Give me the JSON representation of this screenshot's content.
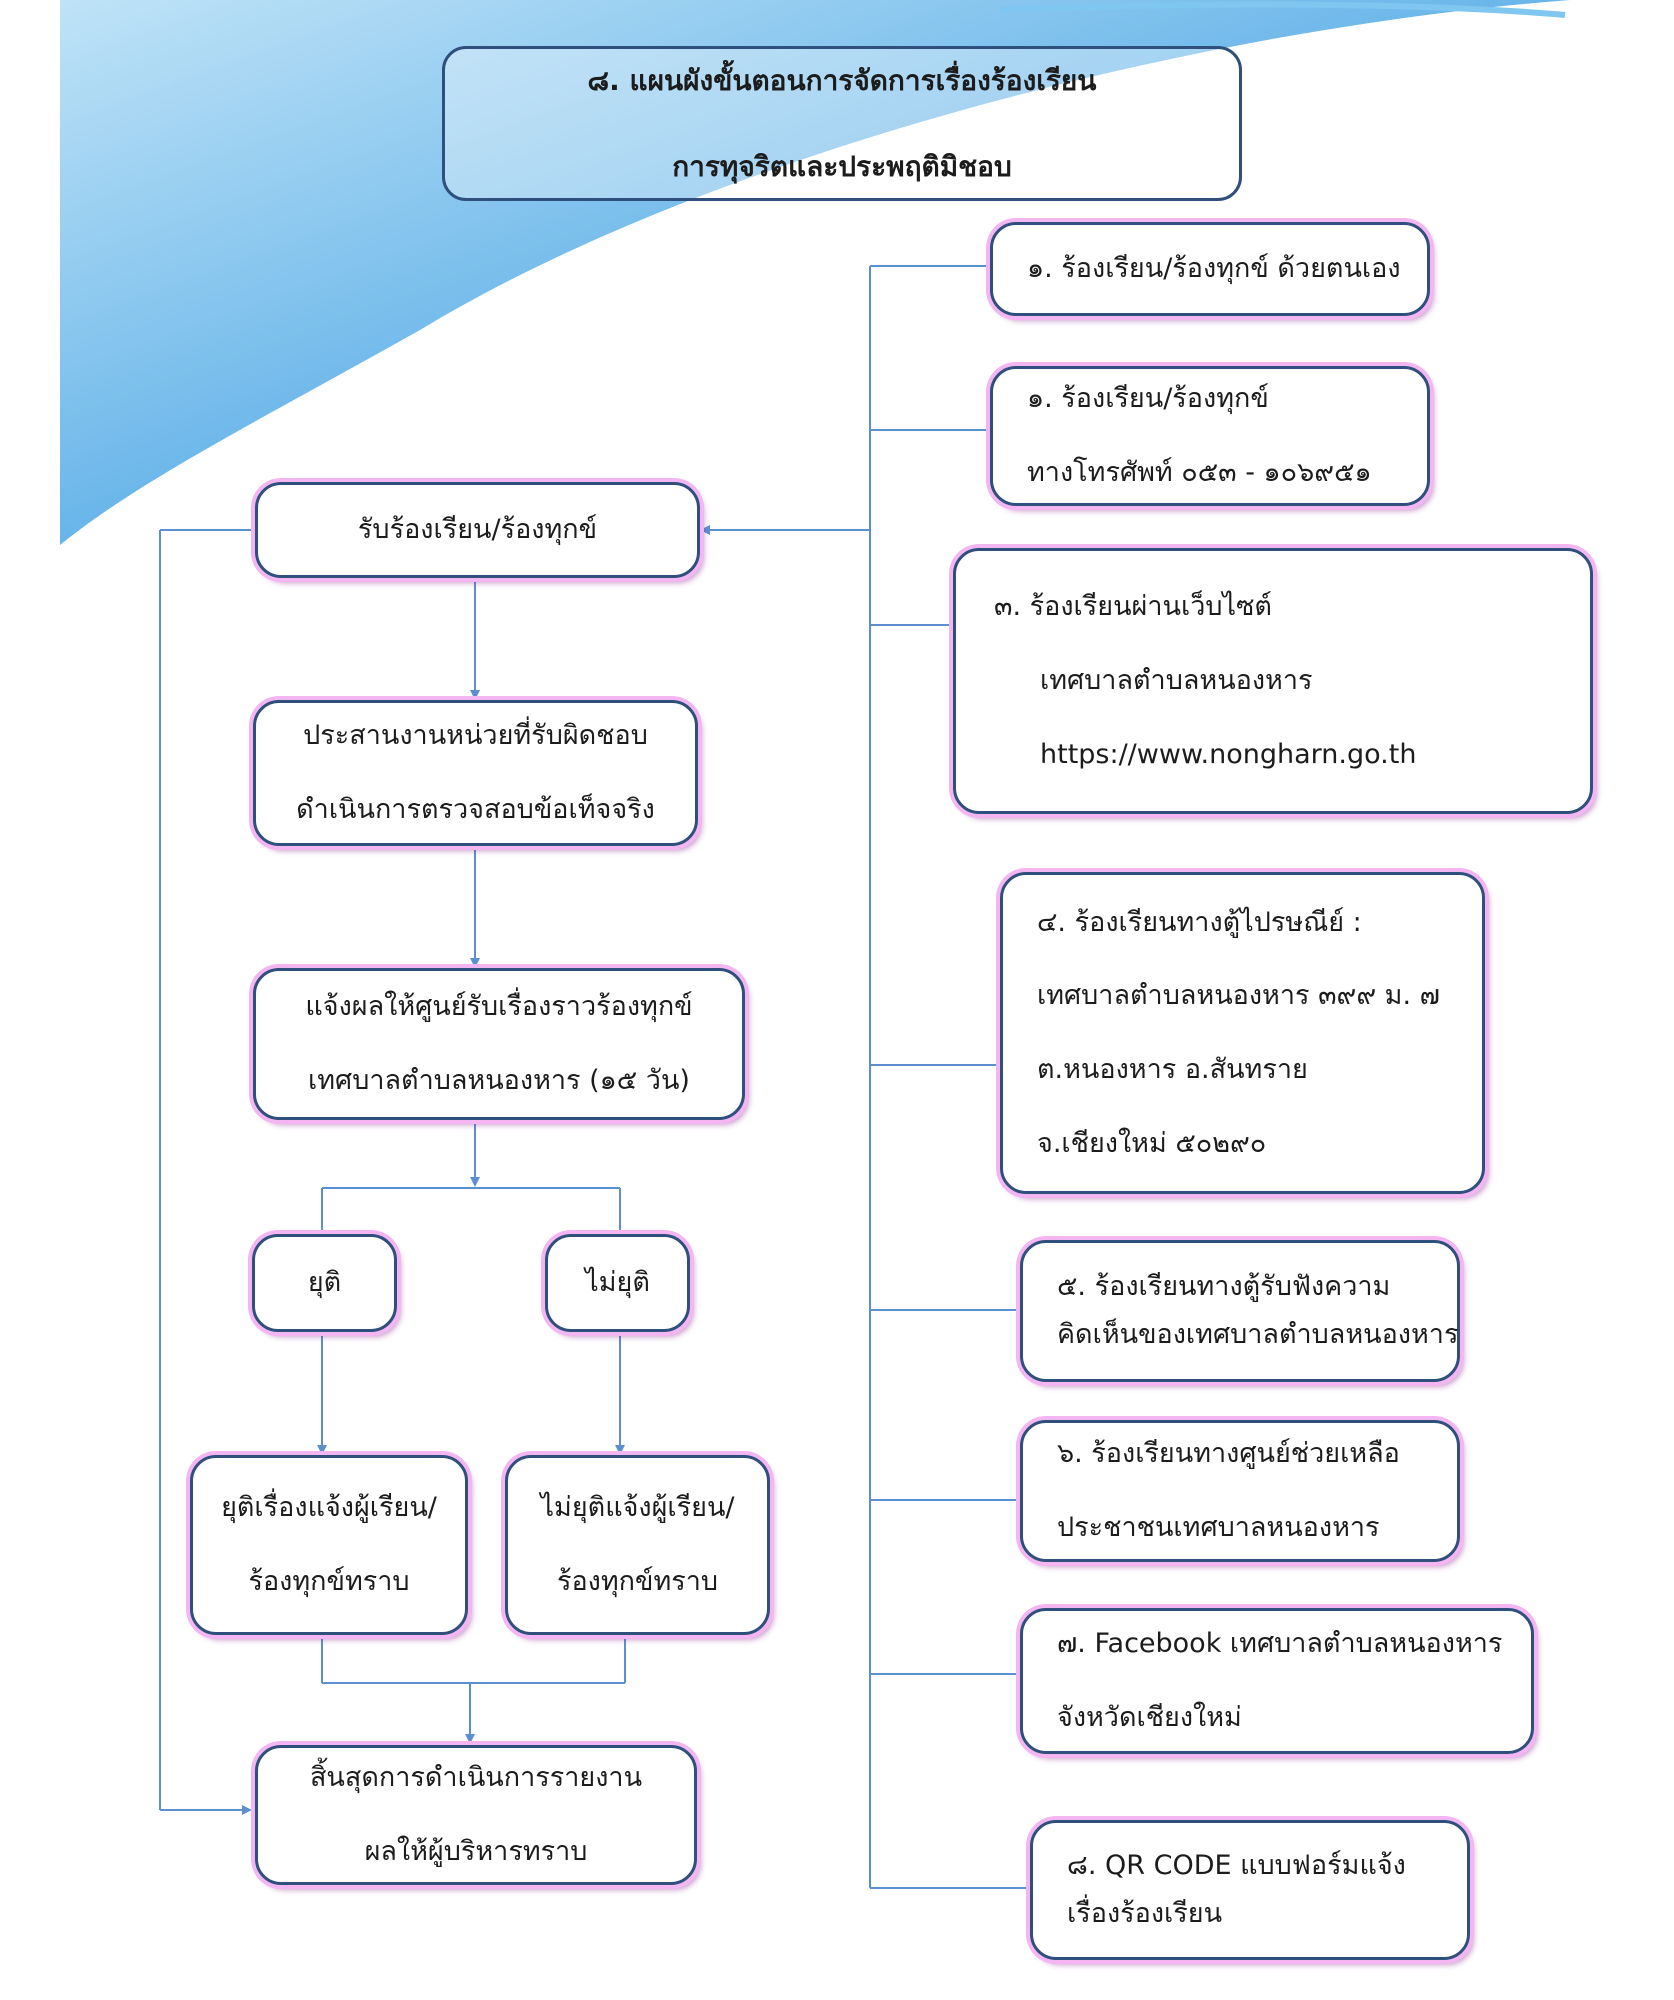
{
  "title": {
    "line1": "๘. แผนผังขั้นตอนการจัดการเรื่องร้องเรียน",
    "line2": "การทุจริตและประพฤติมิชอบ"
  },
  "left_flow": {
    "receive": "รับร้องเรียน/ร้องทุกข์",
    "coordinate": {
      "line1": "ประสานงานหน่วยที่รับผิดชอบ",
      "line2": "ดำเนินการตรวจสอบข้อเท็จจริง"
    },
    "notify": {
      "line1": "แจ้งผลให้ศูนย์รับเรื่องราวร้องทุกข์",
      "line2": "เทศบาลตำบลหนองหาร (๑๕ วัน)"
    },
    "resolved": "ยุติ",
    "not_resolved": "ไม่ยุติ",
    "resolved_notice": {
      "line1": "ยุติเรื่องแจ้งผู้เรียน/",
      "line2": "ร้องทุกข์ทราบ"
    },
    "not_resolved_notice": {
      "line1": "ไม่ยุติแจ้งผู้เรียน/",
      "line2": "ร้องทุกข์ทราบ"
    },
    "end": {
      "line1": "สิ้นสุดการดำเนินการรายงาน",
      "line2": "ผลให้ผู้บริหารทราบ"
    }
  },
  "channels": [
    {
      "lines": [
        "๑. ร้องเรียน/ร้องทุกข์ ด้วยตนเอง"
      ]
    },
    {
      "lines": [
        "๑. ร้องเรียน/ร้องทุกข์",
        "ทางโทรศัพท์ ๐๕๓ - ๑๐๖๙๕๑"
      ]
    },
    {
      "lines": [
        "๓.  ร้องเรียนผ่านเว็บไซต์",
        "เทศบาลตำบลหนองหาร",
        "https://www.nongharn.go.th"
      ]
    },
    {
      "lines": [
        "๔. ร้องเรียนทางตู้ไปรษณีย์ :",
        "เทศบาลตำบลหนองหาร ๓๙๙ ม. ๗",
        "ต.หนองหาร อ.สันทราย",
        "จ.เชียงใหม่ ๕๐๒๙๐"
      ]
    },
    {
      "lines": [
        "๕. ร้องเรียนทางตู้รับฟังความ",
        "คิดเห็นของเทศบาลตำบลหนองหาร"
      ]
    },
    {
      "lines": [
        "๖. ร้องเรียนทางศูนย์ช่วยเหลือ",
        "ประชาชนเทศบาลหนองหาร"
      ]
    },
    {
      "lines": [
        "๗. Facebook เทศบาลตำบลหนองหาร",
        "จังหวัดเชียงใหม่"
      ]
    },
    {
      "lines": [
        "๘. QR CODE แบบฟอร์มแจ้ง",
        "เรื่องร้องเรียน"
      ]
    }
  ],
  "colors": {
    "box_border": "#2f4f7c",
    "box_glow": "#f3b6f2",
    "connector": "#5b8fd0",
    "banner_light": "#bfe3f7",
    "banner_dark": "#2f8fd8"
  }
}
